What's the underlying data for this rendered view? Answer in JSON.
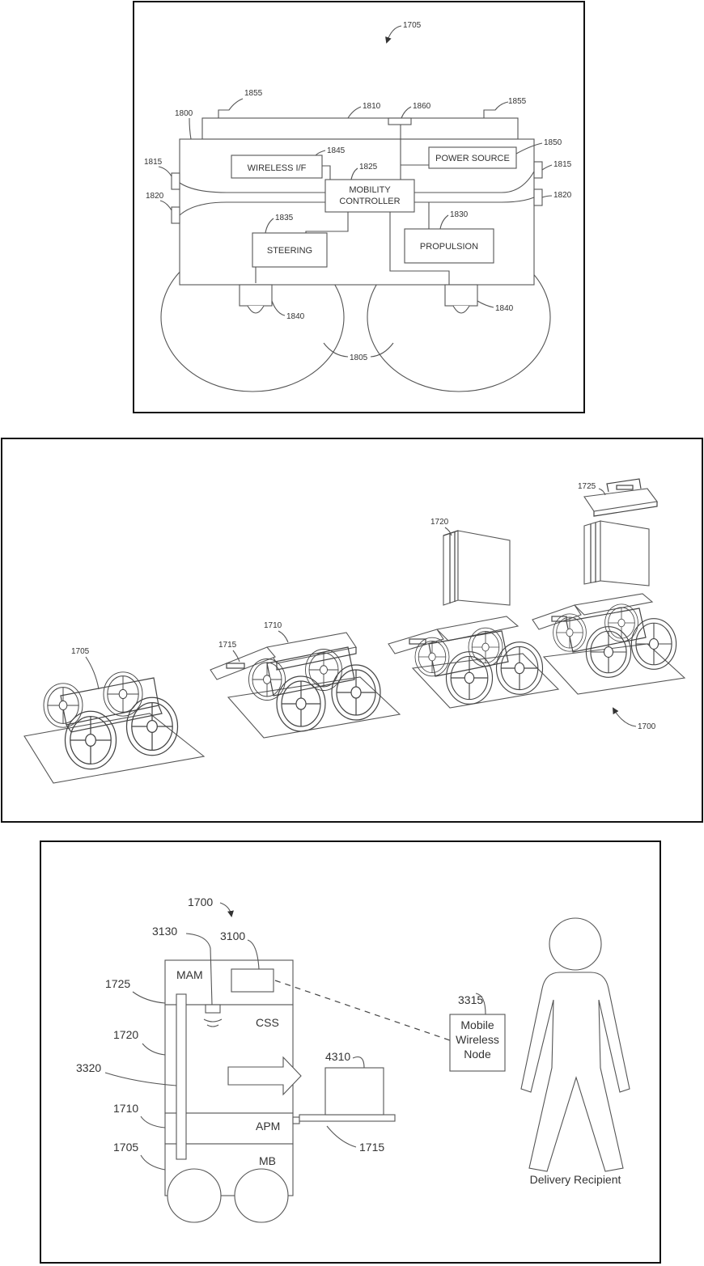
{
  "fig1": {
    "ref_main": "1705",
    "ref_body": "1800",
    "ref_top": "1810",
    "ref_handle_left": "1855",
    "ref_handle_right": "1855",
    "ref_connector": "1860",
    "ref_side_left_top": "1815",
    "ref_side_left_bottom": "1820",
    "ref_side_right_top": "1815",
    "ref_side_right_bottom": "1820",
    "ref_wireless": "1845",
    "wireless_label": "WIRELESS I/F",
    "ref_mobility": "1825",
    "mobility_line1": "MOBILITY",
    "mobility_line2": "CONTROLLER",
    "ref_power": "1850",
    "power_label": "POWER SOURCE",
    "ref_steering": "1835",
    "steering_label": "STEERING",
    "ref_propulsion": "1830",
    "propulsion_label": "PROPULSION",
    "ref_sensor_left": "1840",
    "ref_sensor_right": "1840",
    "ref_wheels": "1805"
  },
  "fig2": {
    "ref_base": "1705",
    "ref_apm": "1710",
    "ref_ramp": "1715",
    "ref_css": "1720",
    "ref_mam": "1725",
    "ref_assembly": "1700"
  },
  "fig3": {
    "ref_assembly": "1700",
    "ref_antenna": "3130",
    "ref_module": "3100",
    "ref_mam": "1725",
    "ref_css": "1720",
    "ref_latch": "3320",
    "ref_apm": "1710",
    "ref_base": "1705",
    "ref_package": "4310",
    "ref_ramp": "1715",
    "ref_node": "3315",
    "mam_label": "MAM",
    "css_label": "CSS",
    "apm_label": "APM",
    "mb_label": "MB",
    "node_line1": "Mobile",
    "node_line2": "Wireless",
    "node_line3": "Node",
    "recipient_label": "Delivery Recipient"
  }
}
